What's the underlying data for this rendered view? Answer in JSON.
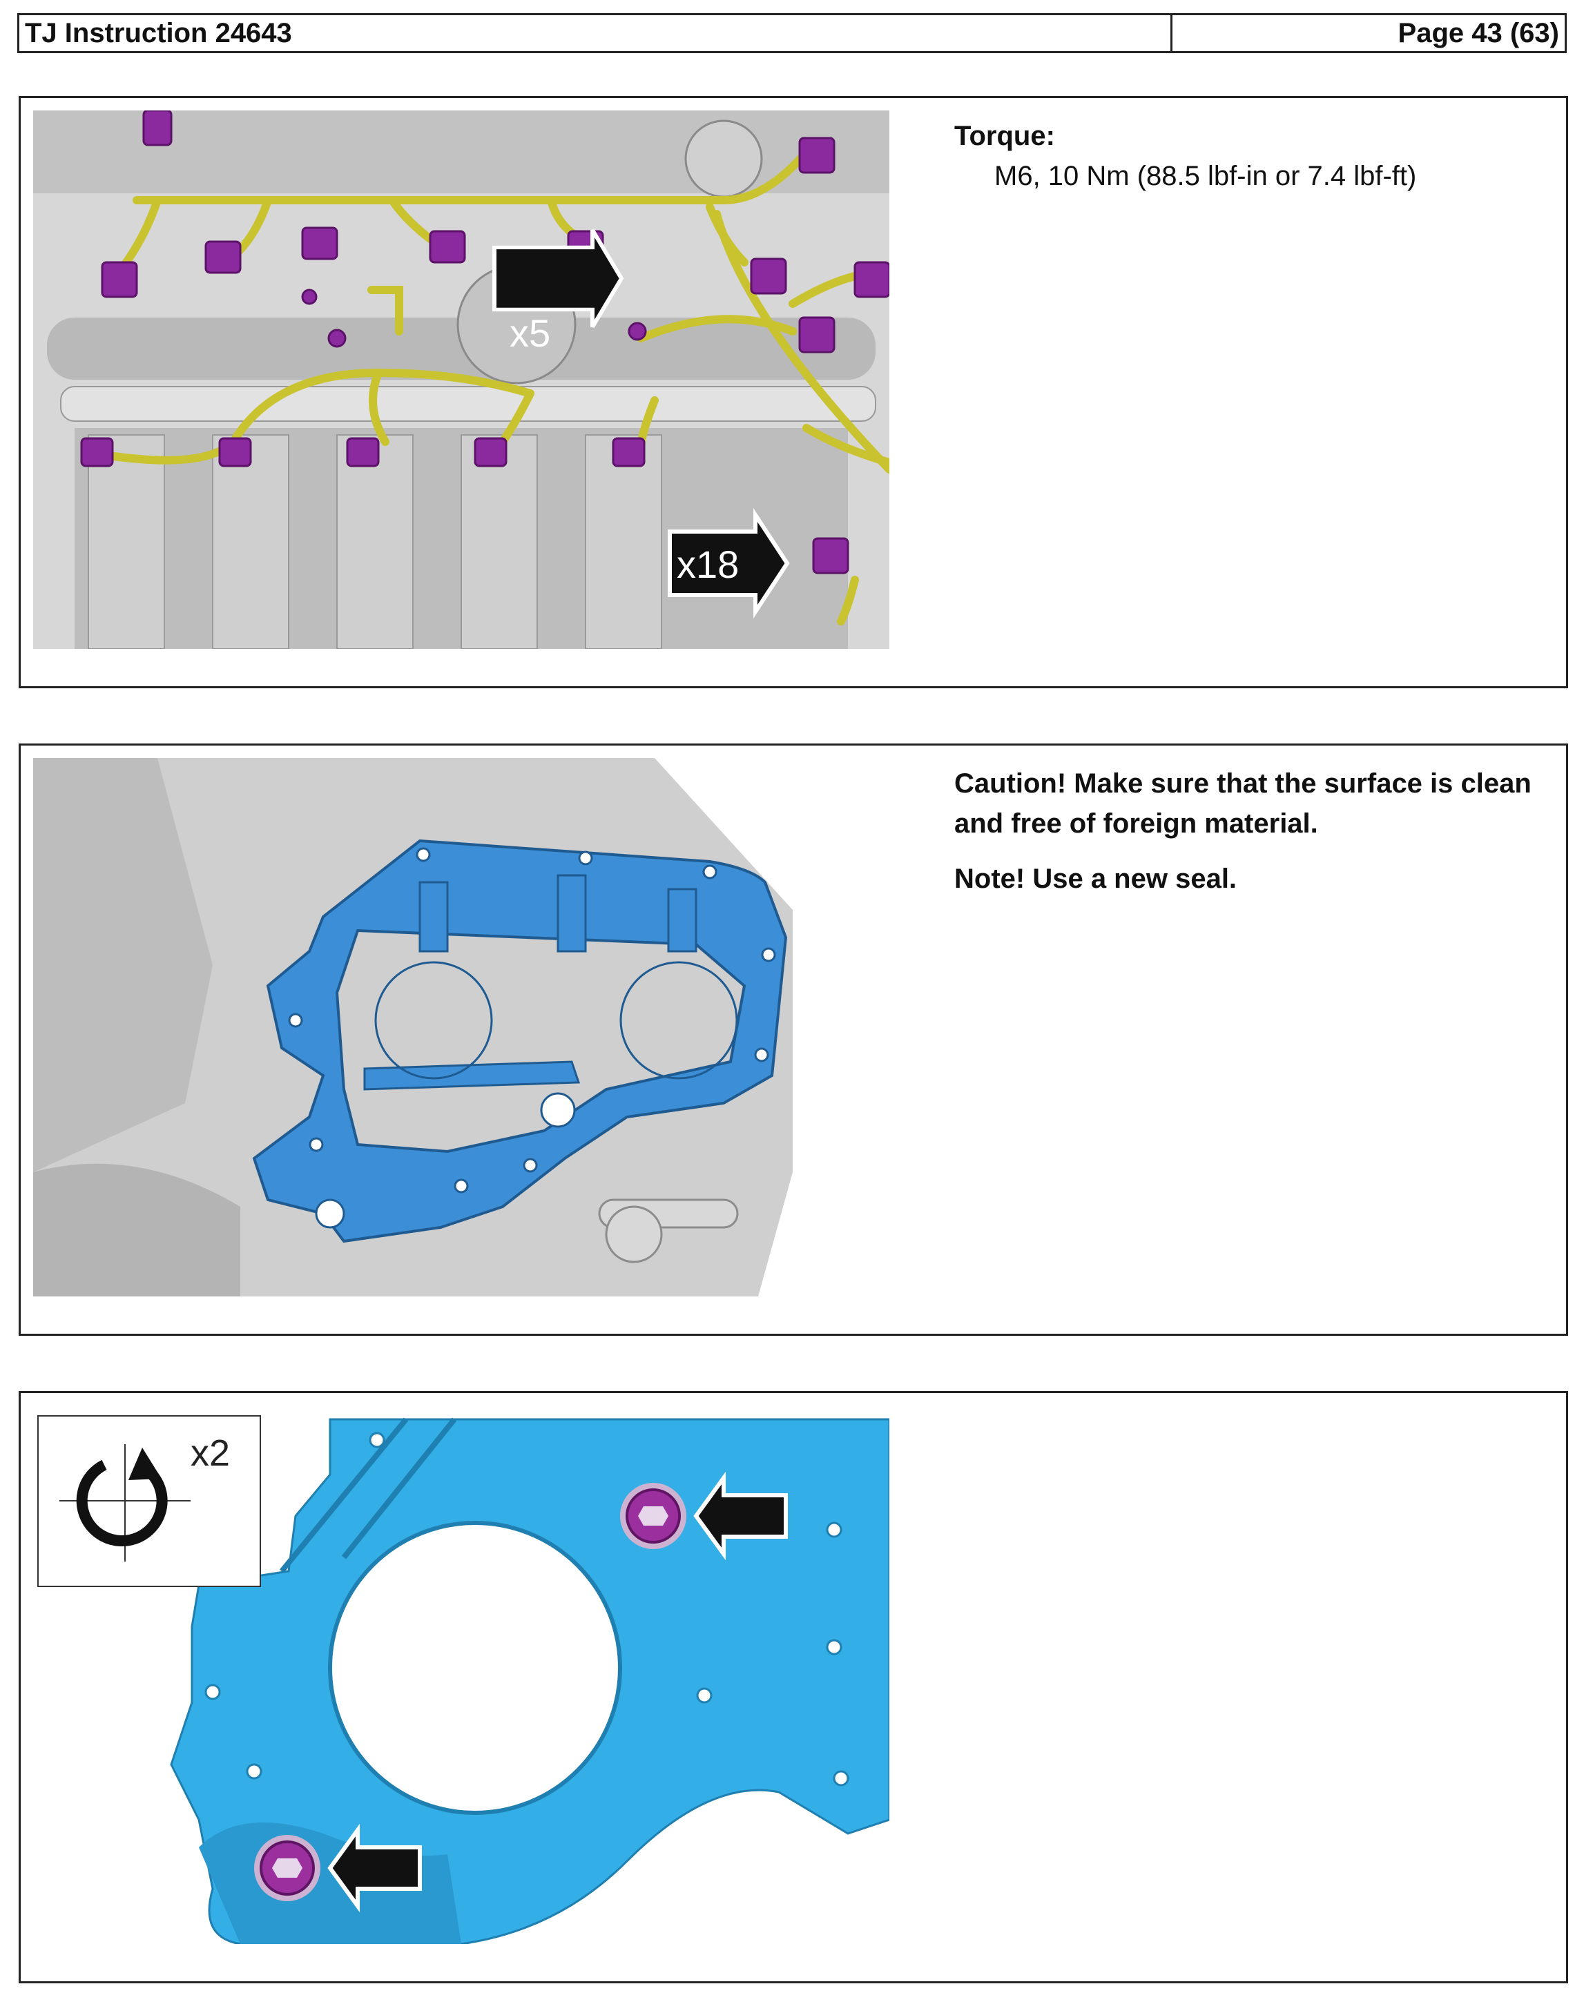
{
  "header": {
    "document_title": "TJ Instruction 24643",
    "page_label": "Page 43 (63)"
  },
  "steps": [
    {
      "figure": {
        "callouts": [
          "x5",
          "x18"
        ],
        "colors": {
          "harness": "#c9c330",
          "connector": "#8a2a9e",
          "engine": "#c8c8c8"
        }
      },
      "text": {
        "heading": "Torque:",
        "line": "M6,  10 Nm (88.5 lbf-in or 7.4 lbf-ft)"
      }
    },
    {
      "figure": {
        "colors": {
          "gasket": "#3c8fd6",
          "engine": "#c8c8c8"
        }
      },
      "text": {
        "caution": "Caution!  Make sure that the surface is clean and free of foreign material.",
        "note": "Note!  Use a new seal."
      }
    },
    {
      "figure": {
        "rotation_count": "x2",
        "colors": {
          "cover": "#33aee6",
          "bolt": "#9b2f9e"
        },
        "icons": [
          "rotation-arrow-icon",
          "arrow-left-icon"
        ]
      },
      "text": {}
    }
  ]
}
